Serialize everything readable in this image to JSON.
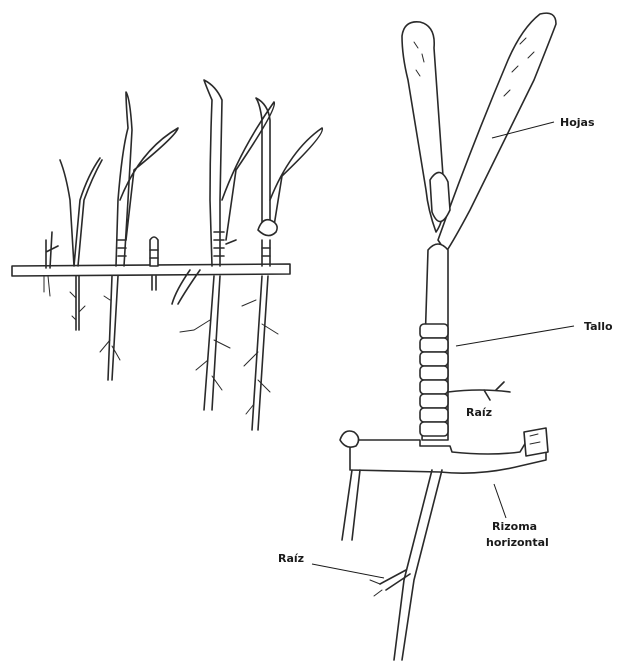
{
  "labels": {
    "hojas": "Hojas",
    "tallo": "Tallo",
    "raiz_upper": "Raíz",
    "rizoma_line1": "Rizoma",
    "rizoma_line2": "horizontal",
    "raiz_lower": "Raíz"
  },
  "colors": {
    "ink": "#2a2a2a",
    "background": "#ffffff"
  }
}
